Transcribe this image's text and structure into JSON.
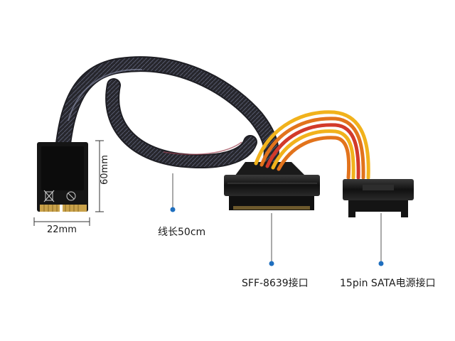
{
  "labels": {
    "width": "22mm",
    "height": "60mm",
    "cable_length": "线长50cm",
    "sff_port": "SFF-8639接口",
    "sata_port": "15pin SATA电源接口"
  },
  "colors": {
    "cable_sleeve": "#2b2b33",
    "cable_highlight": "#6b6f86",
    "pcb": "#1c1c1c",
    "gold_pins": "#c9a24a",
    "wire_red": "#d23a2a",
    "wire_yellow": "#f1b21c",
    "wire_orange": "#e2731c",
    "connector_black": "#161616",
    "callout_dot": "#1f6fbf"
  },
  "icons": [
    "recycle-bin-icon",
    "ce-mark-icon"
  ]
}
